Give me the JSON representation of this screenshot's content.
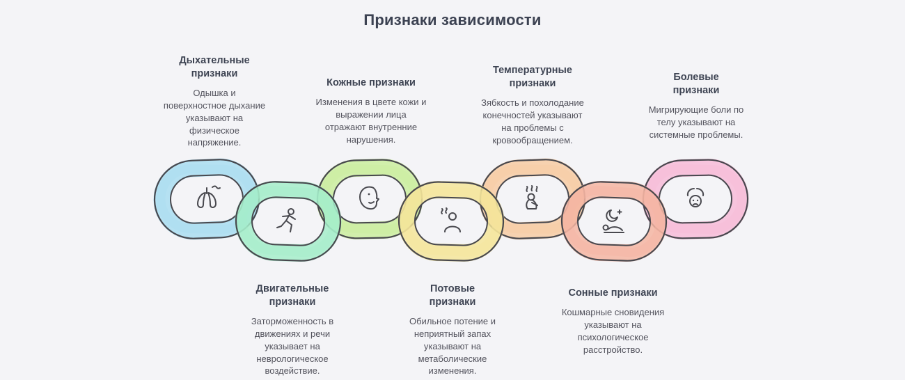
{
  "title": "Признаки зависимости",
  "colors": {
    "bg": "#f4f4f7",
    "title": "#3c4252",
    "heading": "#3e4453",
    "body": "#53535d",
    "outline": "#48484e"
  },
  "items": [
    {
      "id": "breathing",
      "heading": "Дыхательные признаки",
      "body": "Одышка и поверхностное дыхание указывают на физическое напряжение.",
      "color": "#a9ddf1",
      "position": "top"
    },
    {
      "id": "motor",
      "heading": "Двигательные признаки",
      "body": "Заторможенность в движениях и речи указывает на неврологическое воздействие.",
      "color": "#a5edca",
      "position": "bottom"
    },
    {
      "id": "skin",
      "heading": "Кожные признаки",
      "body": "Изменения в цвете кожи и выражении лица отражают внутренние нарушения.",
      "color": "#caed9d",
      "position": "top"
    },
    {
      "id": "sweat",
      "heading": "Потовые признаки",
      "body": "Обильное потение и неприятный запах указывают на метаболические изменения.",
      "color": "#f5e59a",
      "position": "bottom"
    },
    {
      "id": "temperature",
      "heading": "Температурные признаки",
      "body": "Зябкость и похолодание конечностей указывают на проблемы с кровообращением.",
      "color": "#f7cba3",
      "position": "top"
    },
    {
      "id": "sleep",
      "heading": "Сонные признаки",
      "body": "Кошмарные сновидения указывают на психологическое расстройство.",
      "color": "#f4b5a2",
      "position": "bottom"
    },
    {
      "id": "pain",
      "heading": "Болевые признаки",
      "body": "Мигрирующие боли по телу указывают на системные проблемы.",
      "color": "#f7bbd8",
      "position": "top"
    }
  ]
}
